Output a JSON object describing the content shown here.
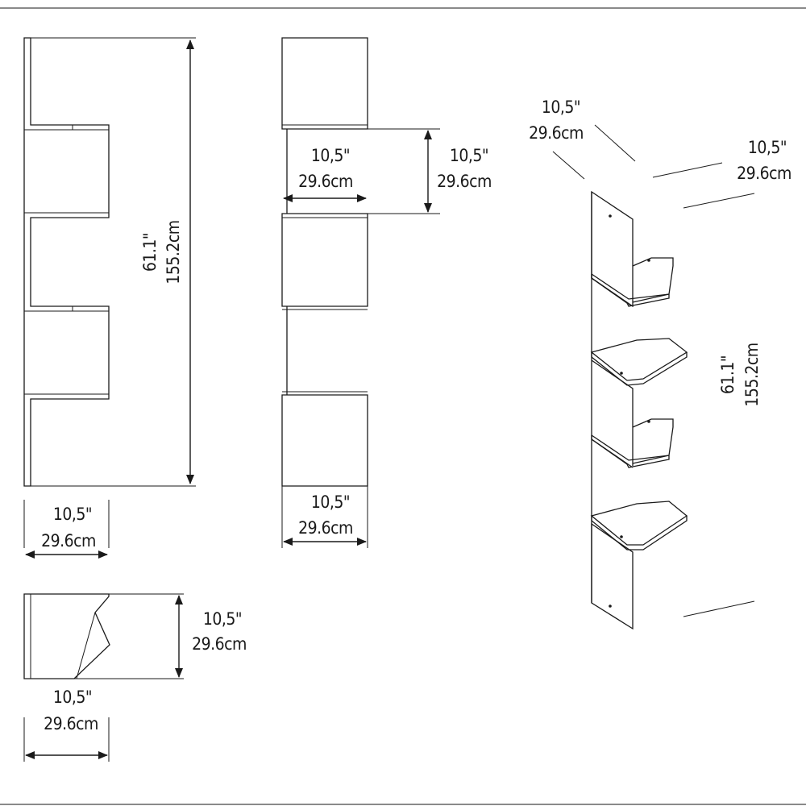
{
  "colors": {
    "line": "#1a1a1a",
    "background": "#ffffff",
    "frame": "#444444"
  },
  "front_view": {
    "height_in": "61.1\"",
    "height_cm": "155.2cm",
    "width_in": "10,5\"",
    "width_cm": "29.6cm"
  },
  "side_view": {
    "shelf_gap_in": "10,5\"",
    "shelf_gap_cm": "29.6cm",
    "shelf_depth_in": "10,5\"",
    "shelf_depth_cm": "29.6cm",
    "width_in": "10,5\"",
    "width_cm": "29.6cm"
  },
  "top_view": {
    "depth_in": "10,5\"",
    "depth_cm": "29.6cm",
    "width_in": "10,5\"",
    "width_cm": "29.6cm"
  },
  "perspective_view": {
    "left_width_in": "10,5\"",
    "left_width_cm": "29.6cm",
    "right_width_in": "10,5\"",
    "right_width_cm": "29.6cm",
    "height_in": "61.1\"",
    "height_cm": "155.2cm"
  }
}
